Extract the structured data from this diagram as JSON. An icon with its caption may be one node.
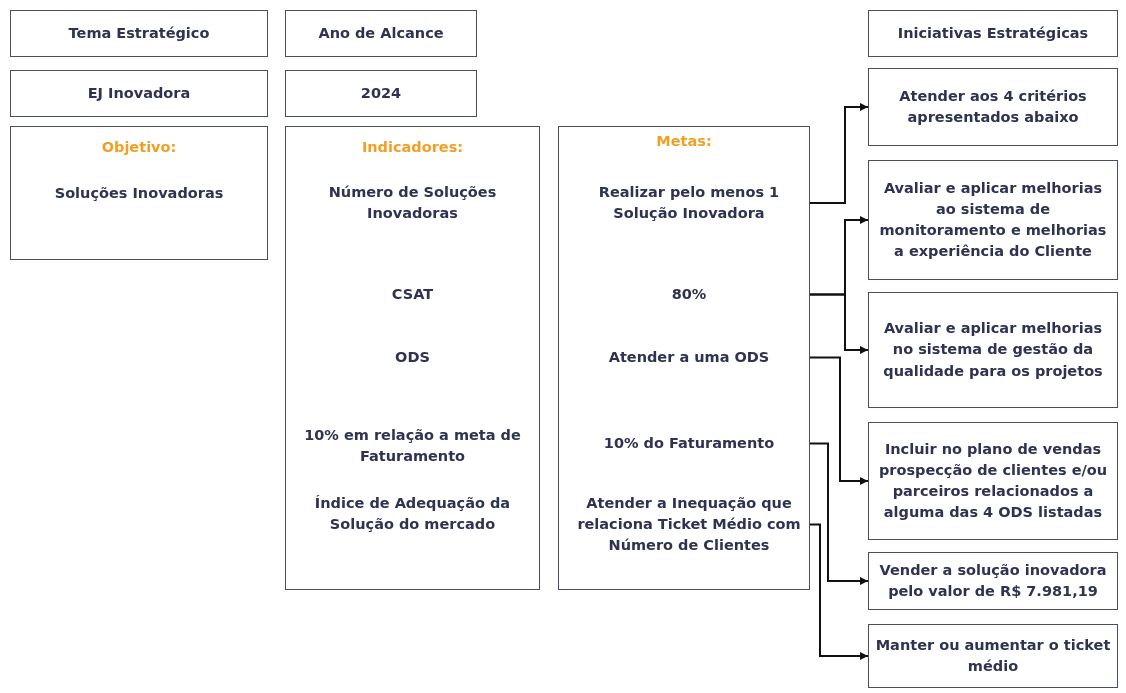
{
  "diagram": {
    "nodes": [
      {
        "text": [
          "Tema Estratégico"
        ]
      },
      {
        "text": [
          "Ano de Alcance"
        ]
      },
      {
        "text": [
          "Iniciativas Estratégicas"
        ]
      },
      {
        "text": [
          "EJ Inovadora"
        ]
      },
      {
        "text": [
          "2024"
        ]
      },
      {
        "text": [
          "Objetivo:",
          "Soluções Inovadoras"
        ]
      },
      {
        "text": [
          "Indicadores:",
          "Número de Soluções Inovadoras",
          "CSAT",
          "ODS",
          "10% em relação a meta de Faturamento",
          "Índice de Adequação da Solução do mercado"
        ]
      },
      {
        "text": [
          "Metas:"
        ]
      },
      {
        "text": [
          "Realizar pelo menos 1 Solução Inovadora"
        ],
        "in": 7
      },
      {
        "text": [
          "80%"
        ],
        "in": 7
      },
      {
        "text": [
          "Atender a uma ODS"
        ],
        "in": 7
      },
      {
        "text": [
          "10% do Faturamento"
        ],
        "in": 7
      },
      {
        "text": [
          "Atender a Inequação que relaciona Ticket Médio com Número de Clientes"
        ],
        "in": 7
      },
      {
        "text": [
          "Atender aos 4 critérios apresentados abaixo"
        ]
      },
      {
        "text": [
          "Avaliar e aplicar melhorias ao sistema de monitoramento e melhorias a experiência do Cliente"
        ]
      },
      {
        "text": [
          "Avaliar e aplicar melhorias no sistema de gestão da qualidade para os projetos"
        ]
      },
      {
        "text": [
          "Incluir no plano de vendas prospecção de clientes e/ou parceiros relacionados a alguma das 4 ODS listadas"
        ]
      },
      {
        "text": [
          "Vender a solução inovadora pelo valor de R$ 7.981,19"
        ]
      },
      {
        "text": [
          "Manter ou aumentar o ticket médio"
        ]
      }
    ],
    "edges": [
      {
        "from": 8,
        "to": 13,
        "arrow": "to"
      },
      {
        "from": 9,
        "to": 14,
        "arrow": "to"
      },
      {
        "from": 9,
        "to": 15,
        "arrow": "to"
      },
      {
        "from": 10,
        "to": 16,
        "arrow": "to"
      },
      {
        "from": 11,
        "to": 17,
        "arrow": "to"
      },
      {
        "from": 12,
        "to": 18,
        "arrow": "to"
      }
    ]
  }
}
